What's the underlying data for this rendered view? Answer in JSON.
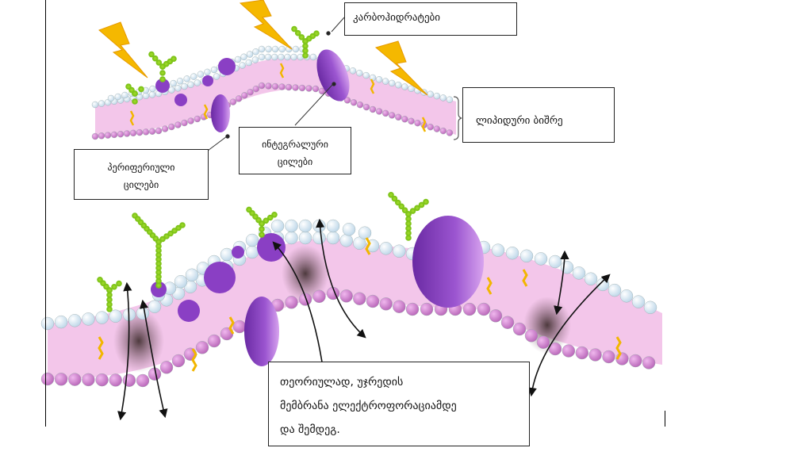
{
  "labels": {
    "carbohydrates": "კარბოჰიდრატები",
    "lipid_bilayer": "ლიპიდური ბიშრე",
    "integral_proteins": [
      "ინტეგრალური",
      "ცილები"
    ],
    "peripheral_proteins": [
      "პერიფერიული",
      "ცილები"
    ],
    "theory_text": [
      "თეორიულად, უჯრედის",
      "მემბრანა ელექტროფორაციამდე",
      "და შემდეგ."
    ]
  },
  "colors": {
    "head_white": "#ffffff",
    "head_pink": "#d98ad9",
    "tail_pink": "#f3c6ea",
    "protein_purple": "#8a3fc4",
    "protein_light": "#dca8ef",
    "carb_green": "#9ad627",
    "lightning": "#f5b800",
    "cholesterol": "#f2b600",
    "pore_dark": "#4f3b3b"
  },
  "icons": [
    "lightning-bolt-icon",
    "carbohydrate-chain-icon",
    "bidirectional-arrow-icon"
  ]
}
